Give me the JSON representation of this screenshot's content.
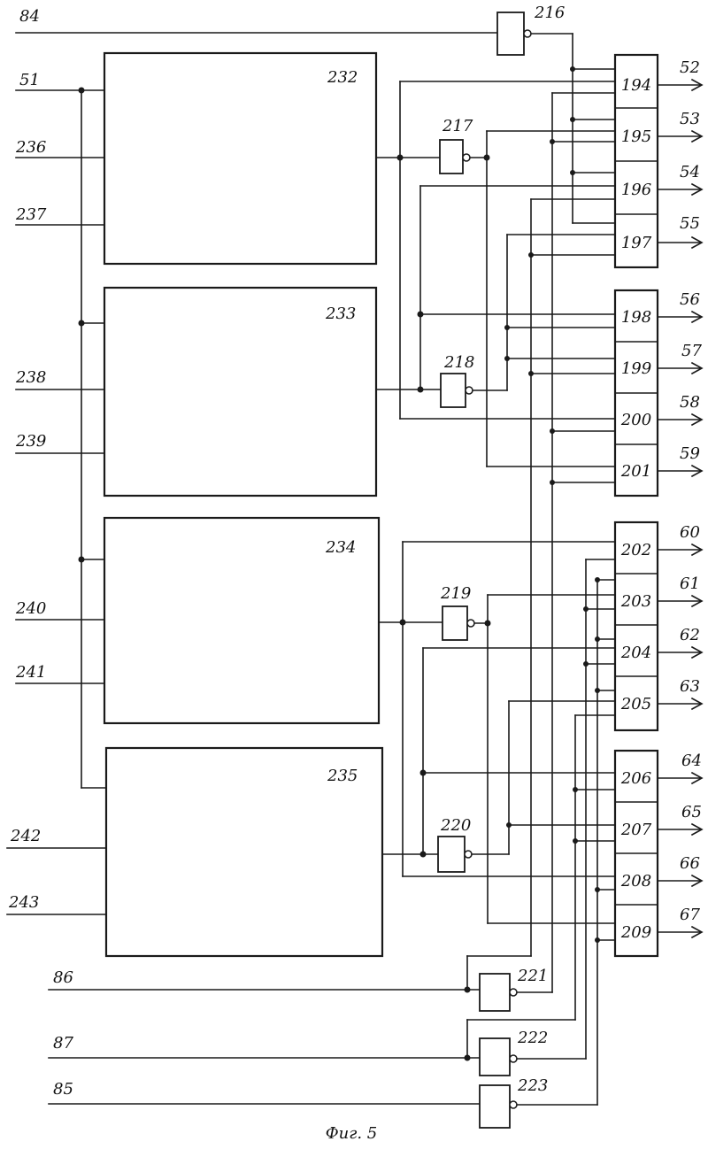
{
  "inputs": {
    "84": "84",
    "51": "51",
    "236": "236",
    "237": "237",
    "238": "238",
    "239": "239",
    "240": "240",
    "241": "241",
    "242": "242",
    "243": "243",
    "86": "86",
    "87": "87",
    "85": "85"
  },
  "big_blocks": [
    "232",
    "233",
    "234",
    "235"
  ],
  "gates": {
    "216": "216",
    "217": "217",
    "218": "218",
    "219": "219",
    "220": "220",
    "221": "221",
    "222": "222",
    "223": "223"
  },
  "output_blocks": [
    "194",
    "195",
    "196",
    "197",
    "198",
    "199",
    "200",
    "201",
    "202",
    "203",
    "204",
    "205",
    "206",
    "207",
    "208",
    "209"
  ],
  "outputs": [
    "52",
    "53",
    "54",
    "55",
    "56",
    "57",
    "58",
    "59",
    "60",
    "61",
    "62",
    "63",
    "64",
    "65",
    "66",
    "67"
  ],
  "caption": "Фиг. 5"
}
